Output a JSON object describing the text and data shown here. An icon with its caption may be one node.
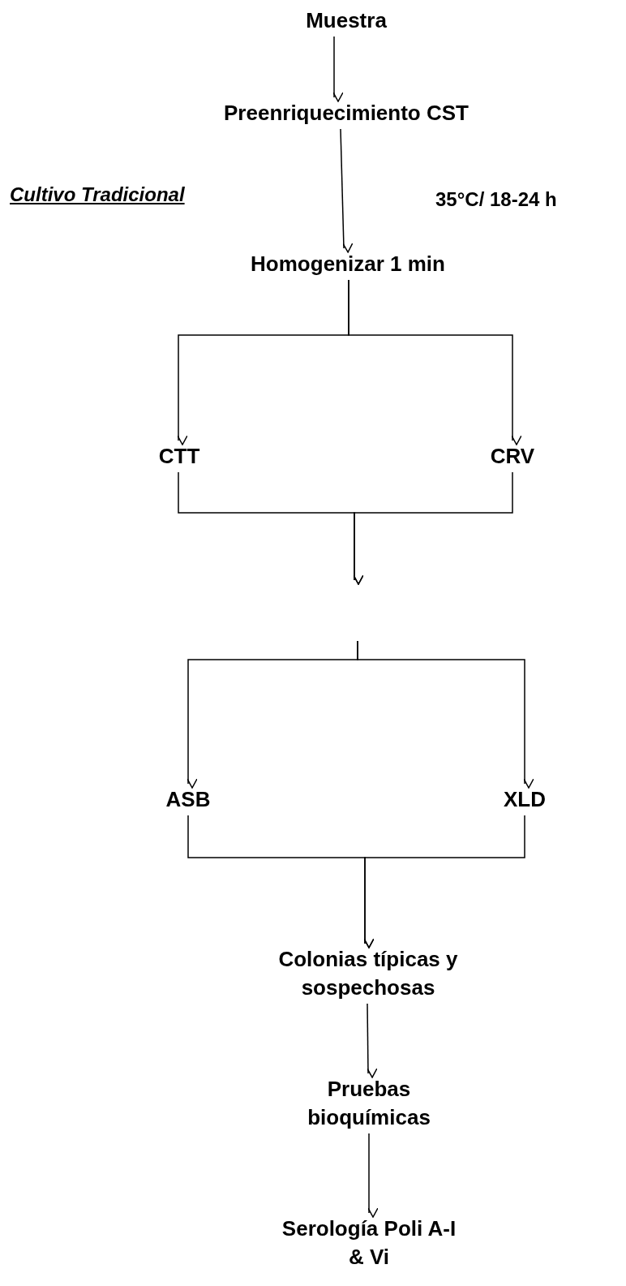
{
  "diagram": {
    "nodes": [
      {
        "text": [
          "Muestra"
        ]
      },
      {
        "text": [
          "Preenriquecimiento CST"
        ]
      },
      {
        "text": [
          "Homogenizar 1 min"
        ]
      },
      {
        "text": [
          "CTT"
        ]
      },
      {
        "text": [
          "CRV"
        ]
      },
      {
        "text": [
          "ASB"
        ]
      },
      {
        "text": [
          "XLD"
        ]
      },
      {
        "text": [
          "Colonias típicas y sospechosas"
        ]
      },
      {
        "text": [
          "Pruebas bioquímicas"
        ]
      },
      {
        "text": [
          "Serología Poli A-I & Vi"
        ]
      }
    ],
    "edges": [
      {
        "from": 0,
        "to": 1,
        "arrow": "to"
      },
      {
        "from": 1,
        "to": 2,
        "arrow": "to"
      },
      {
        "from": 2,
        "to": 3,
        "arrow": "to"
      },
      {
        "from": 2,
        "to": 4,
        "arrow": "to"
      },
      {
        "from": 3,
        "to": null,
        "arrow": "to"
      },
      {
        "from": 4,
        "to": null,
        "arrow": "to"
      },
      {
        "from": null,
        "to": 5,
        "arrow": "to"
      },
      {
        "from": null,
        "to": 6,
        "arrow": "to"
      },
      {
        "from": 5,
        "to": 7,
        "arrow": "to"
      },
      {
        "from": 6,
        "to": 7,
        "arrow": "to"
      },
      {
        "from": 7,
        "to": 8,
        "arrow": "to"
      },
      {
        "from": 8,
        "to": 9,
        "arrow": "to"
      }
    ],
    "labels": [
      "Cultivo Tradicional",
      "35°C/ 18-24 h"
    ]
  }
}
